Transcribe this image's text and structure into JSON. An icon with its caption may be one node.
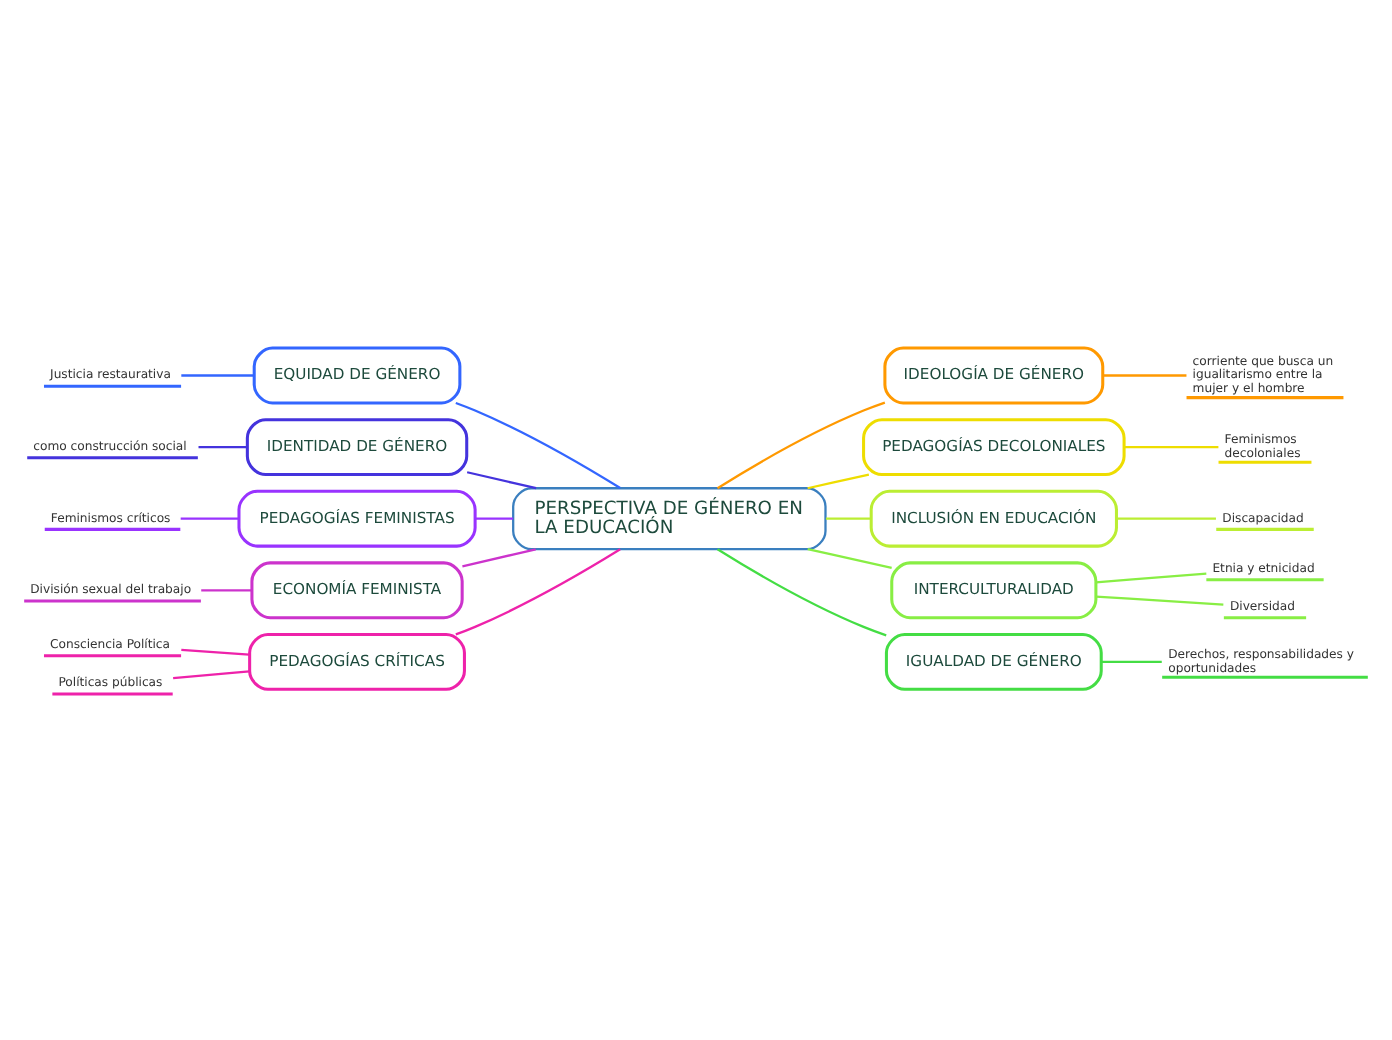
{
  "diagram": {
    "nodes": [
      {
        "text": [
          "PERSPECTIVA DE GÉNERO EN LA EDUCACIÓN"
        ]
      },
      {
        "text": [
          "EQUIDAD DE GÉNERO"
        ]
      },
      {
        "text": [
          "Justicia restaurativa"
        ]
      },
      {
        "text": [
          "IDENTIDAD DE GÉNERO"
        ]
      },
      {
        "text": [
          "como construcción social"
        ]
      },
      {
        "text": [
          "PEDAGOGÍAS FEMINISTAS"
        ]
      },
      {
        "text": [
          "Feminismos críticos"
        ]
      },
      {
        "text": [
          "ECONOMÍA FEMINISTA"
        ]
      },
      {
        "text": [
          "División sexual del trabajo"
        ]
      },
      {
        "text": [
          "PEDAGOGÍAS CRÍTICAS"
        ]
      },
      {
        "text": [
          "Consciencia Política"
        ]
      },
      {
        "text": [
          "Políticas públicas"
        ]
      },
      {
        "text": [
          "IDEOLOGÍA DE GÉNERO"
        ]
      },
      {
        "text": [
          "corriente que busca un igualitarismo entre la mujer y el hombre"
        ]
      },
      {
        "text": [
          "PEDAGOGÍAS DECOLONIALES"
        ]
      },
      {
        "text": [
          "Feminismos decoloniales"
        ]
      },
      {
        "text": [
          "INCLUSIÓN EN EDUCACIÓN"
        ]
      },
      {
        "text": [
          "Discapacidad"
        ]
      },
      {
        "text": [
          "INTERCULTURALIDAD"
        ]
      },
      {
        "text": [
          "Etnia y etnicidad"
        ]
      },
      {
        "text": [
          "Diversidad"
        ]
      },
      {
        "text": [
          "IGUALDAD DE GÉNERO"
        ]
      },
      {
        "text": [
          "Derechos, responsabilidades y oportunidades"
        ]
      }
    ],
    "edges": [
      {
        "from": 0,
        "to": 1,
        "arrow": "none",
        "color": "#3366ff"
      },
      {
        "from": 1,
        "to": 2,
        "arrow": "none",
        "color": "#3366ff"
      },
      {
        "from": 0,
        "to": 3,
        "arrow": "none",
        "color": "#4433dd"
      },
      {
        "from": 3,
        "to": 4,
        "arrow": "none",
        "color": "#4433dd"
      },
      {
        "from": 0,
        "to": 5,
        "arrow": "none",
        "color": "#9933ff"
      },
      {
        "from": 5,
        "to": 6,
        "arrow": "none",
        "color": "#9933ff"
      },
      {
        "from": 0,
        "to": 7,
        "arrow": "none",
        "color": "#cc33cc"
      },
      {
        "from": 7,
        "to": 8,
        "arrow": "none",
        "color": "#cc33cc"
      },
      {
        "from": 0,
        "to": 9,
        "arrow": "none",
        "color": "#ee22aa"
      },
      {
        "from": 9,
        "to": 10,
        "arrow": "none",
        "color": "#ee22aa"
      },
      {
        "from": 9,
        "to": 11,
        "arrow": "none",
        "color": "#ee22aa"
      },
      {
        "from": 0,
        "to": 12,
        "arrow": "none",
        "color": "#ff9900"
      },
      {
        "from": 12,
        "to": 13,
        "arrow": "none",
        "color": "#ff9900"
      },
      {
        "from": 0,
        "to": 14,
        "arrow": "none",
        "color": "#eedd00"
      },
      {
        "from": 14,
        "to": 15,
        "arrow": "none",
        "color": "#eedd00"
      },
      {
        "from": 0,
        "to": 16,
        "arrow": "none",
        "color": "#bbee33"
      },
      {
        "from": 16,
        "to": 17,
        "arrow": "none",
        "color": "#bbee33"
      },
      {
        "from": 0,
        "to": 18,
        "arrow": "none",
        "color": "#88ee44"
      },
      {
        "from": 18,
        "to": 19,
        "arrow": "none",
        "color": "#88ee44"
      },
      {
        "from": 18,
        "to": 20,
        "arrow": "none",
        "color": "#88ee44"
      },
      {
        "from": 0,
        "to": 21,
        "arrow": "none",
        "color": "#44dd44"
      },
      {
        "from": 21,
        "to": 22,
        "arrow": "none",
        "color": "#44dd44"
      }
    ]
  }
}
